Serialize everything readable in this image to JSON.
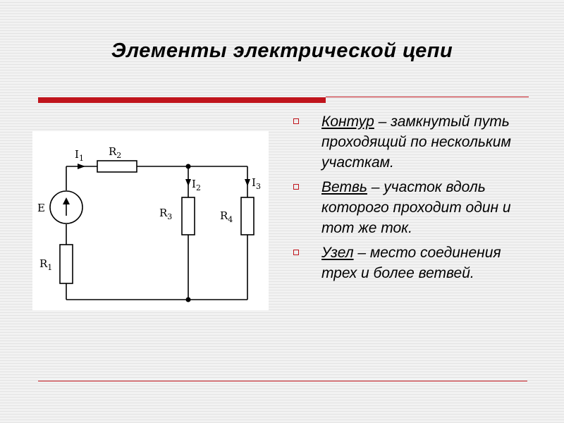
{
  "title": "Элементы электрической цепи",
  "colors": {
    "accent": "#c0141c",
    "background": "#f2f2f2",
    "text": "#000000"
  },
  "diagram": {
    "labels": {
      "i1": "I",
      "i1_sub": "1",
      "r2": "R",
      "r2_sub": "2",
      "i2": "I",
      "i2_sub": "2",
      "i3": "I",
      "i3_sub": "3",
      "e": "E",
      "r3": "R",
      "r3_sub": "3",
      "r4": "R",
      "r4_sub": "4",
      "r1": "R",
      "r1_sub": "1"
    }
  },
  "definitions": [
    {
      "term": "Контур",
      "text": " – замкнутый путь проходящий по нескольким участкам."
    },
    {
      "term": "Ветвь",
      "text": " – участок вдоль которого проходит один и тот же ток."
    },
    {
      "term": "Узел",
      "text": " – место соединения трех и более ветвей."
    }
  ]
}
